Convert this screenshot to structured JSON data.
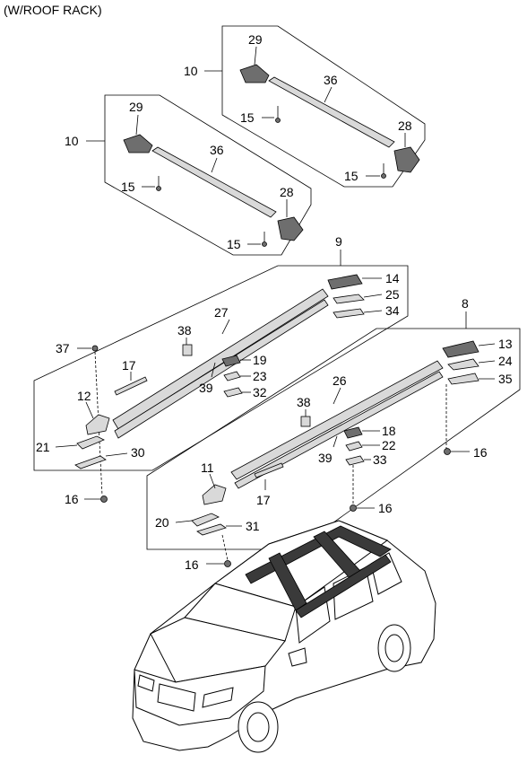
{
  "header": {
    "title": "(W/ROOF RACK)"
  },
  "callouts": {
    "a10": "10",
    "a15a": "15",
    "a15b": "15",
    "a29": "29",
    "a36": "36",
    "a28": "28",
    "b10": "10",
    "b15a": "15",
    "b15b": "15",
    "b29": "29",
    "b36": "36",
    "b28": "28",
    "c9": "9",
    "c14": "14",
    "c25": "25",
    "c34": "34",
    "c27": "27",
    "c38": "38",
    "c19": "19",
    "c23": "23",
    "c32": "32",
    "c39": "39",
    "c17": "17",
    "c37": "37",
    "c12": "12",
    "c21": "21",
    "c30": "30",
    "c16": "16",
    "d8": "8",
    "d13": "13",
    "d24": "24",
    "d35": "35",
    "d26": "26",
    "d38": "38",
    "d18": "18",
    "d22": "22",
    "d33": "33",
    "d39": "39",
    "d16a": "16",
    "d16b": "16",
    "d11": "11",
    "d20": "20",
    "d31": "31",
    "d17": "17",
    "d16c": "16"
  }
}
